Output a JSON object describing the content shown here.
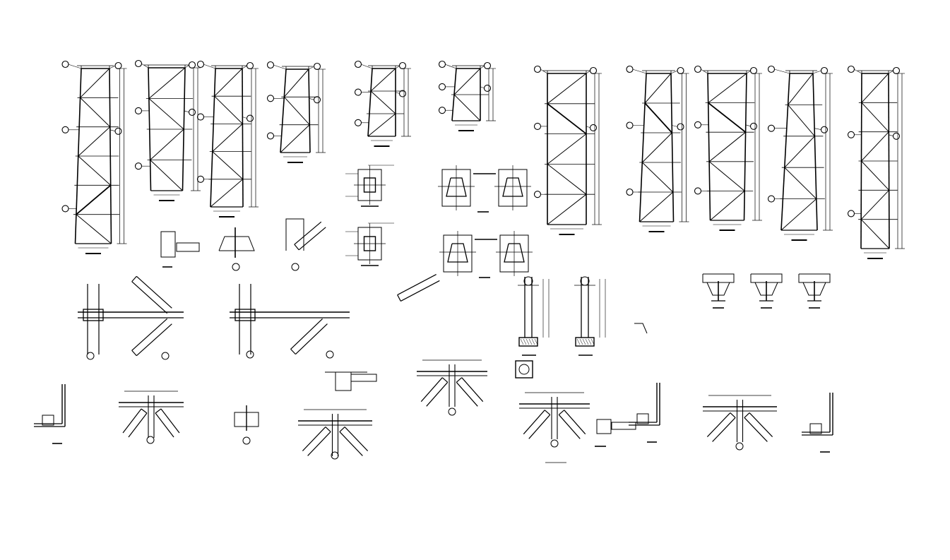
{
  "drawing": {
    "background": "#ffffff",
    "line_color": "#000000"
  },
  "truss_elevations": [
    {
      "name": "truss-elevation-1",
      "panels": 6
    },
    {
      "name": "truss-elevation-2",
      "panels": 4
    },
    {
      "name": "truss-elevation-3",
      "panels": 5
    },
    {
      "name": "truss-elevation-4",
      "panels": 3
    },
    {
      "name": "truss-elevation-5",
      "panels": 3
    },
    {
      "name": "truss-elevation-6",
      "panels": 2
    },
    {
      "name": "truss-elevation-7",
      "panels": 5
    },
    {
      "name": "truss-elevation-8",
      "panels": 5
    },
    {
      "name": "truss-elevation-9",
      "panels": 5
    },
    {
      "name": "truss-elevation-10",
      "panels": 5
    },
    {
      "name": "truss-elevation-11",
      "panels": 6
    }
  ],
  "connection_details": {
    "count": 30
  }
}
